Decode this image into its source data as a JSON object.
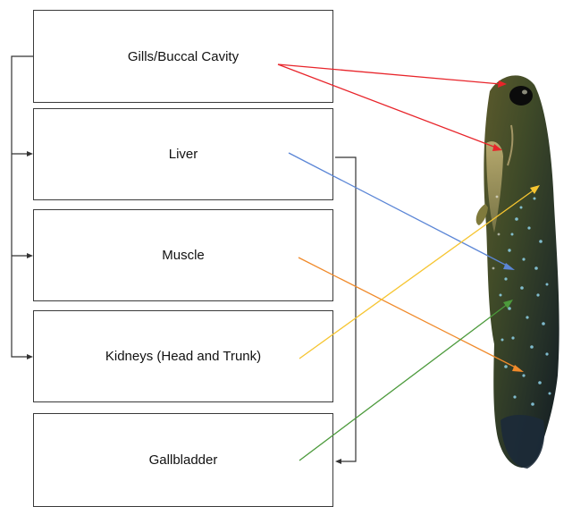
{
  "organs": [
    {
      "label": "Gills/Buccal Cavity"
    },
    {
      "label": "Liver"
    },
    {
      "label": "Muscle"
    },
    {
      "label": "Kidneys (Head and Trunk)"
    },
    {
      "label": "Gallbladder"
    }
  ],
  "colors": {
    "gills": "#e8242a",
    "liver": "#5b86d6",
    "muscle": "#f08a2a",
    "kidneys": "#f6c531",
    "gallbladder": "#4c9a3c",
    "connector": "#333333"
  }
}
